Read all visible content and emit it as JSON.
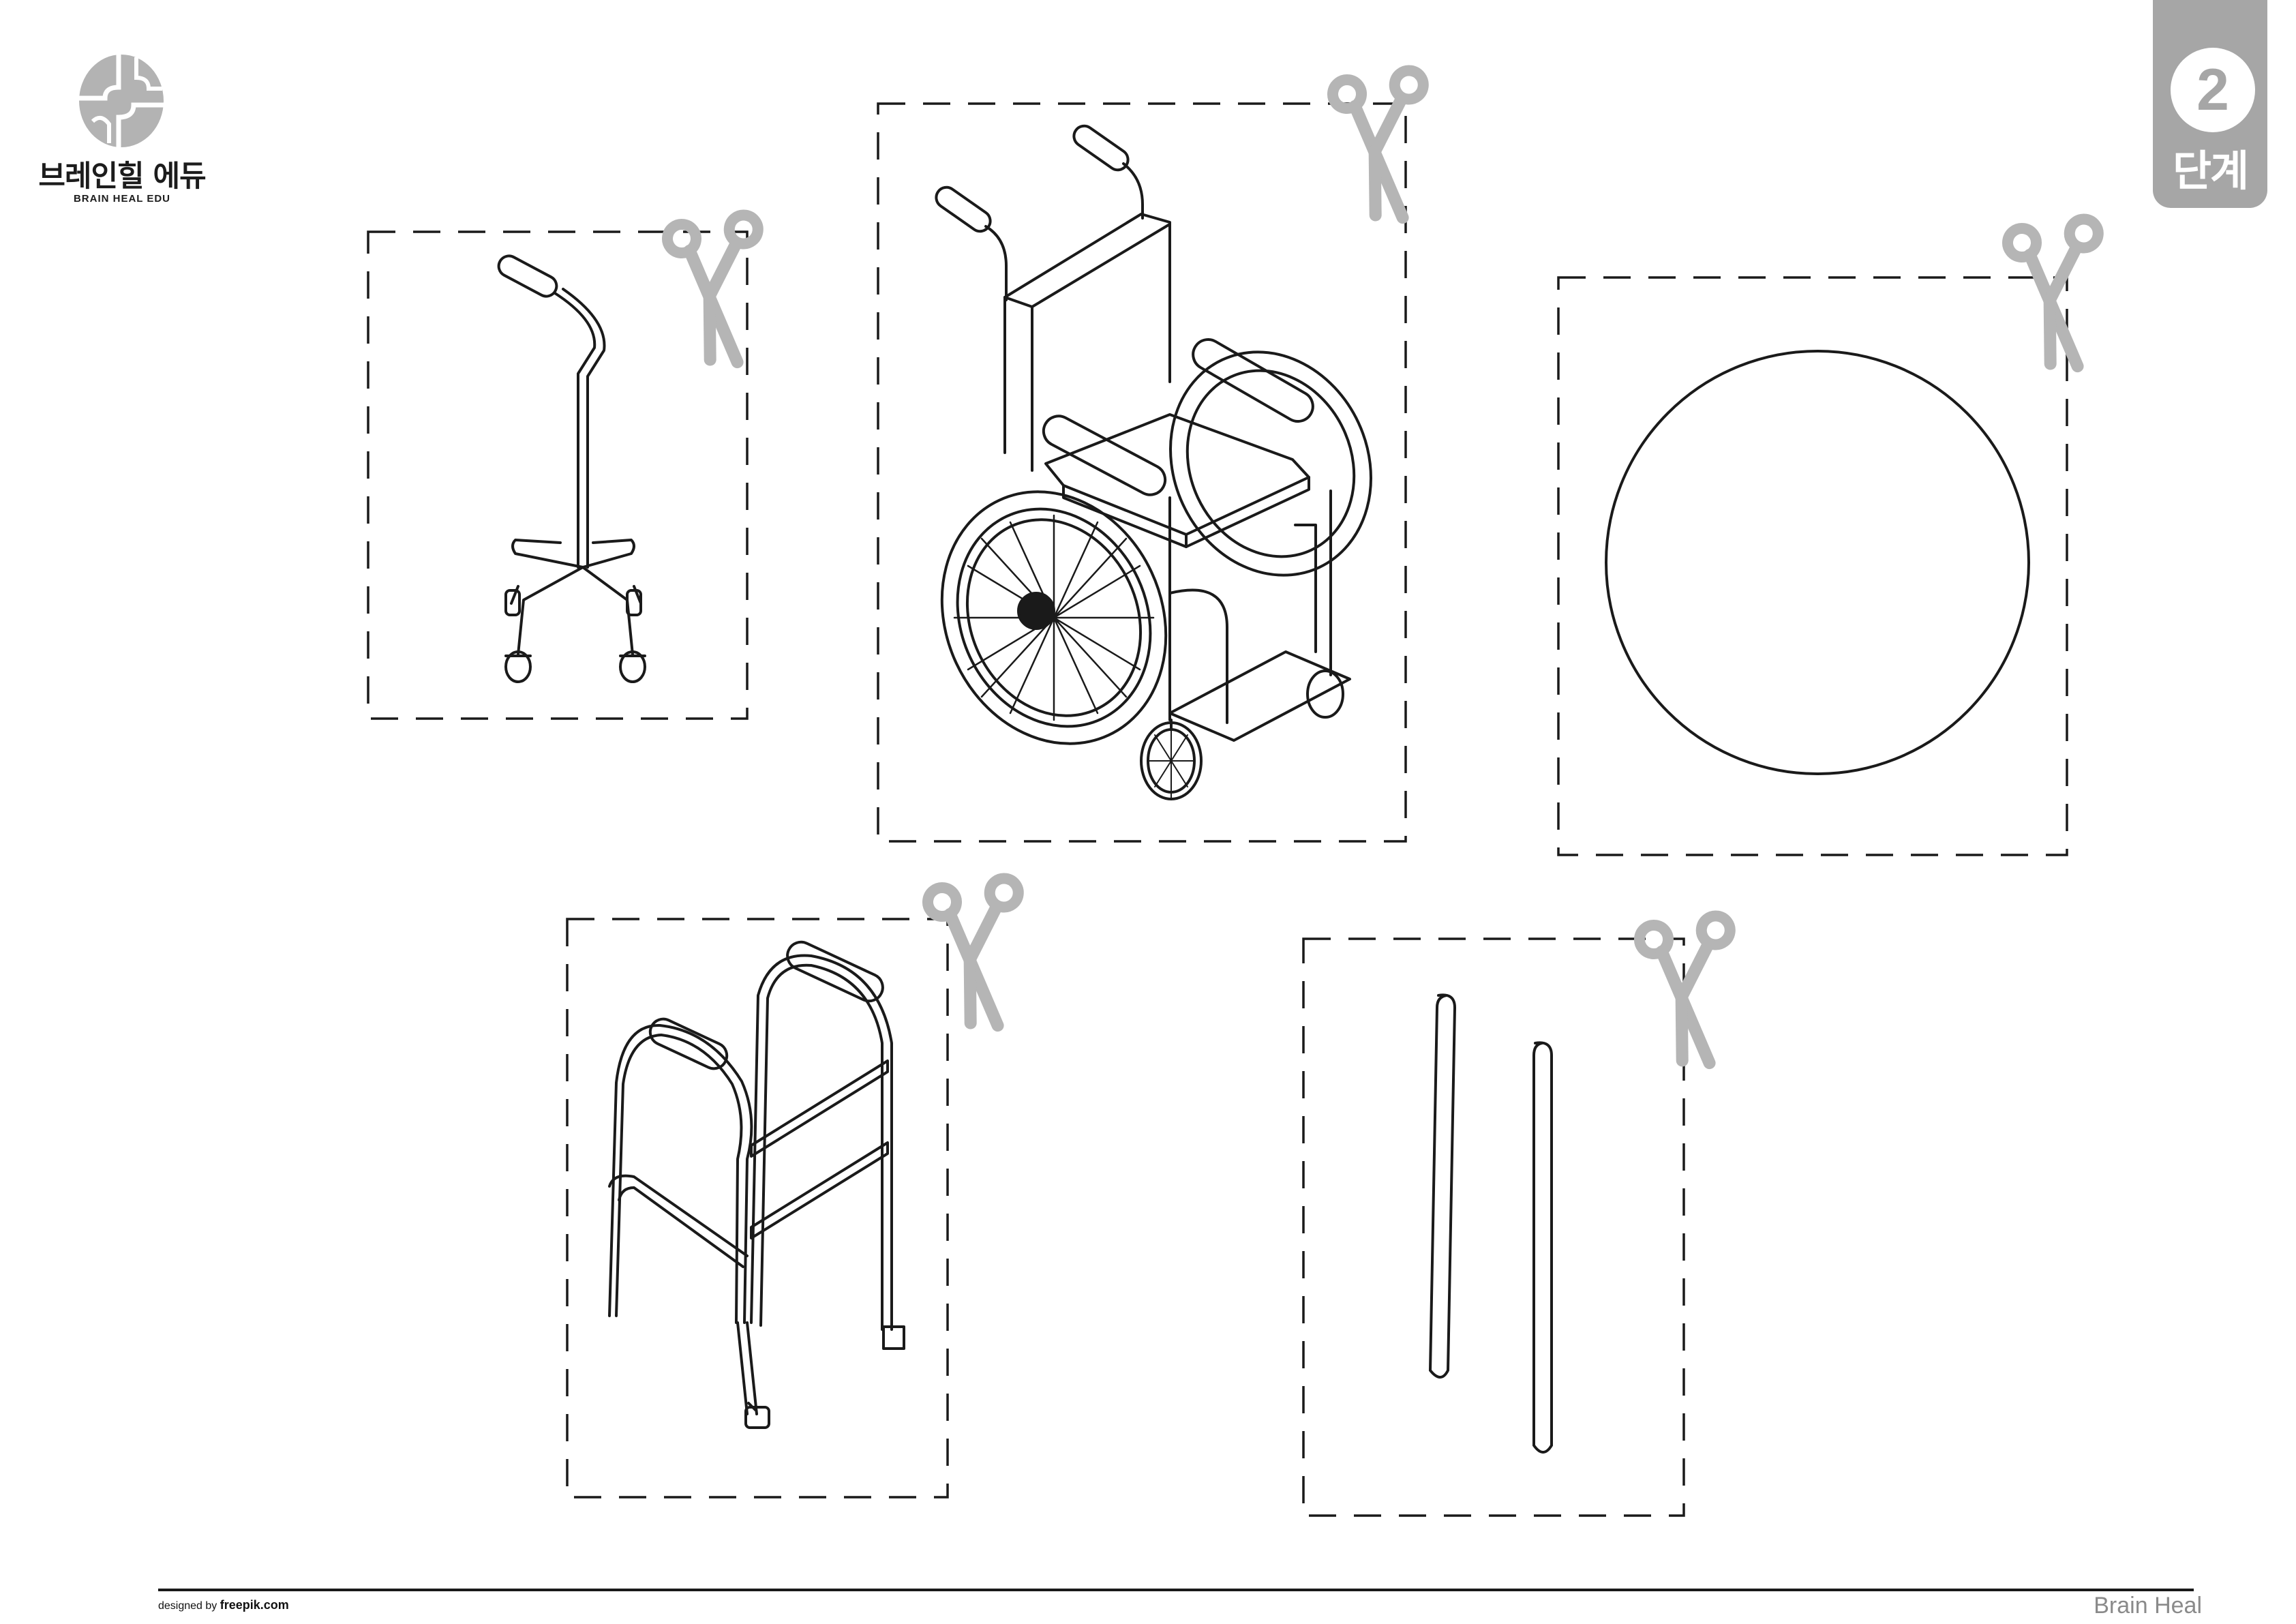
{
  "brand": {
    "name_ko": "브레인힐 에듀",
    "name_en": "BRAIN HEAL EDU"
  },
  "stage": {
    "number": "2",
    "label": "단계"
  },
  "cutouts": [
    {
      "name": "quad-cane",
      "icon": "scissors-icon"
    },
    {
      "name": "wheelchair",
      "icon": "scissors-icon"
    },
    {
      "name": "circle",
      "icon": "scissors-icon"
    },
    {
      "name": "walker",
      "icon": "scissors-icon"
    },
    {
      "name": "sticks",
      "icon": "scissors-icon"
    }
  ],
  "footer": {
    "credit_prefix": "designed by",
    "credit_site": "freepik.com",
    "brand": "Brain Heal"
  },
  "colors": {
    "line": "#1a1a1a",
    "scissors": "#b5b5b5",
    "stage_tab": "#a6a6a6",
    "footer_text": "#8a8a8a"
  }
}
